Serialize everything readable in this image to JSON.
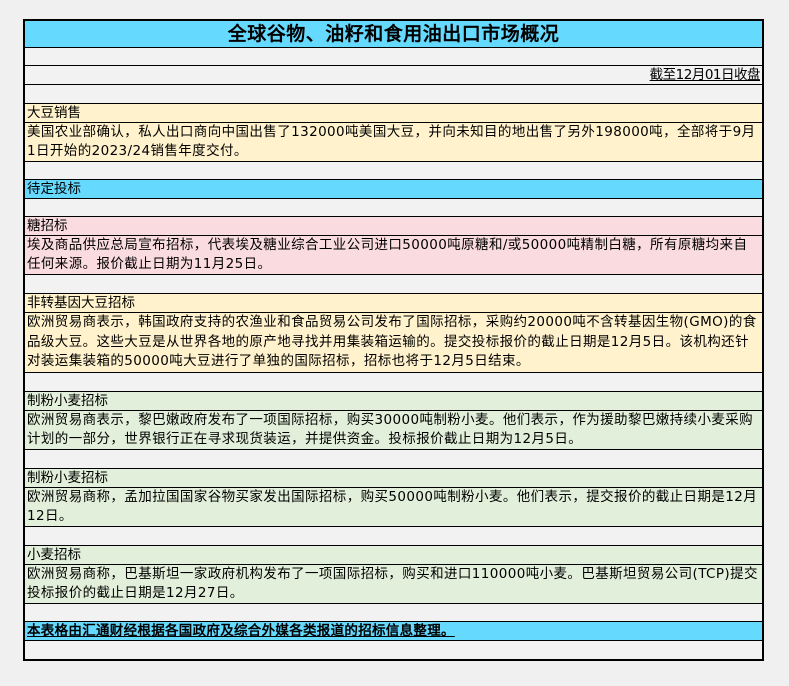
{
  "title": "全球谷物、油籽和食用油出口市场概况",
  "date_note": "截至12月01日收盘",
  "sections": [
    {
      "heading": "大豆销售",
      "body": "美国农业部确认，私人出口商向中国出售了132000吨美国大豆，并向未知目的地出售了另外198000吨，全部将于9月1日开始的2023/24销售年度交付。",
      "color": "#fff2cc"
    },
    {
      "heading": "待定投标",
      "color": "#66d9ff"
    },
    {
      "heading": "糖招标",
      "body": "埃及商品供应总局宣布招标，代表埃及糖业综合工业公司进口50000吨原糖和/或50000吨精制白糖，所有原糖均来自任何来源。报价截止日期为11月25日。",
      "color": "#fadbe0"
    },
    {
      "heading": "非转基因大豆招标",
      "body": "欧洲贸易商表示，韩国政府支持的农渔业和食品贸易公司发布了国际招标，采购约20000吨不含转基因生物(GMO)的食品级大豆。这些大豆是从世界各地的原产地寻找并用集装箱运输的。提交投标报价的截止日期是12月5日。该机构还针对装运集装箱的50000吨大豆进行了单独的国际招标，招标也将于12月5日结束。",
      "color": "#fff2cc"
    },
    {
      "heading": "制粉小麦招标",
      "body": "欧洲贸易商表示，黎巴嫩政府发布了一项国际招标，购买30000吨制粉小麦。他们表示，作为援助黎巴嫩持续小麦采购计划的一部分，世界银行正在寻求现货装运，并提供资金。投标报价截止日期为12月5日。",
      "color": "#e2efda"
    },
    {
      "heading": "制粉小麦招标",
      "body": "欧洲贸易商称，孟加拉国国家谷物买家发出国际招标，购买50000吨制粉小麦。他们表示，提交报价的截止日期是12月12日。",
      "color": "#e2efda"
    },
    {
      "heading": "小麦招标",
      "body": "欧洲贸易商称，巴基斯坦一家政府机构发布了一项国际招标，购买和进口110000吨小麦。巴基斯坦贸易公司(TCP)提交投标报价的截止日期是12月27日。",
      "color": "#e2efda"
    }
  ],
  "footer": "本表格由汇通财经根据各国政府及综合外媒各类报道的招标信息整理。",
  "colors": {
    "title_bg": "#66d9ff",
    "soy_bg": "#fff2cc",
    "sugar_bg": "#fadbe0",
    "wheat_bg": "#e2efda",
    "sheet_bg": "#f2f2f2",
    "border": "#000000"
  }
}
